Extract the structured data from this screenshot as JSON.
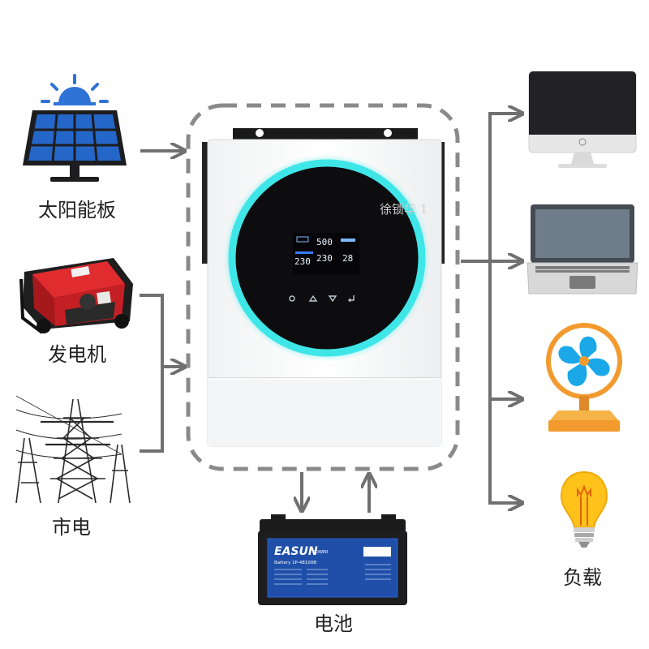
{
  "sources": [
    {
      "id": "solar",
      "label": "太阳能板",
      "icon": "solar-panel-icon"
    },
    {
      "id": "generator",
      "label": "发电机",
      "icon": "generator-icon"
    },
    {
      "id": "grid",
      "label": "市电",
      "icon": "power-tower-icon"
    }
  ],
  "battery": {
    "label": "电池",
    "brand": "EASUN",
    "brand_sub": "POWER",
    "model": "Battery 1P-48100B"
  },
  "load": {
    "label": "负载",
    "devices": [
      "monitor-icon",
      "laptop-icon",
      "fan-icon",
      "light-bulb-icon"
    ]
  },
  "inverter": {
    "display_readings": [
      "500",
      "230",
      "230",
      "28"
    ]
  },
  "watermark": "徐锁华 1",
  "colors": {
    "arrow": "#707070",
    "dash": "#8a8a8a",
    "ring": "#37e3e6",
    "solar_blue": "#1f5cb0",
    "generator_red": "#d92b2f",
    "fan_blue": "#1aa8e8",
    "fan_orange": "#f29a2e",
    "bulb_yellow": "#ffc21a"
  }
}
